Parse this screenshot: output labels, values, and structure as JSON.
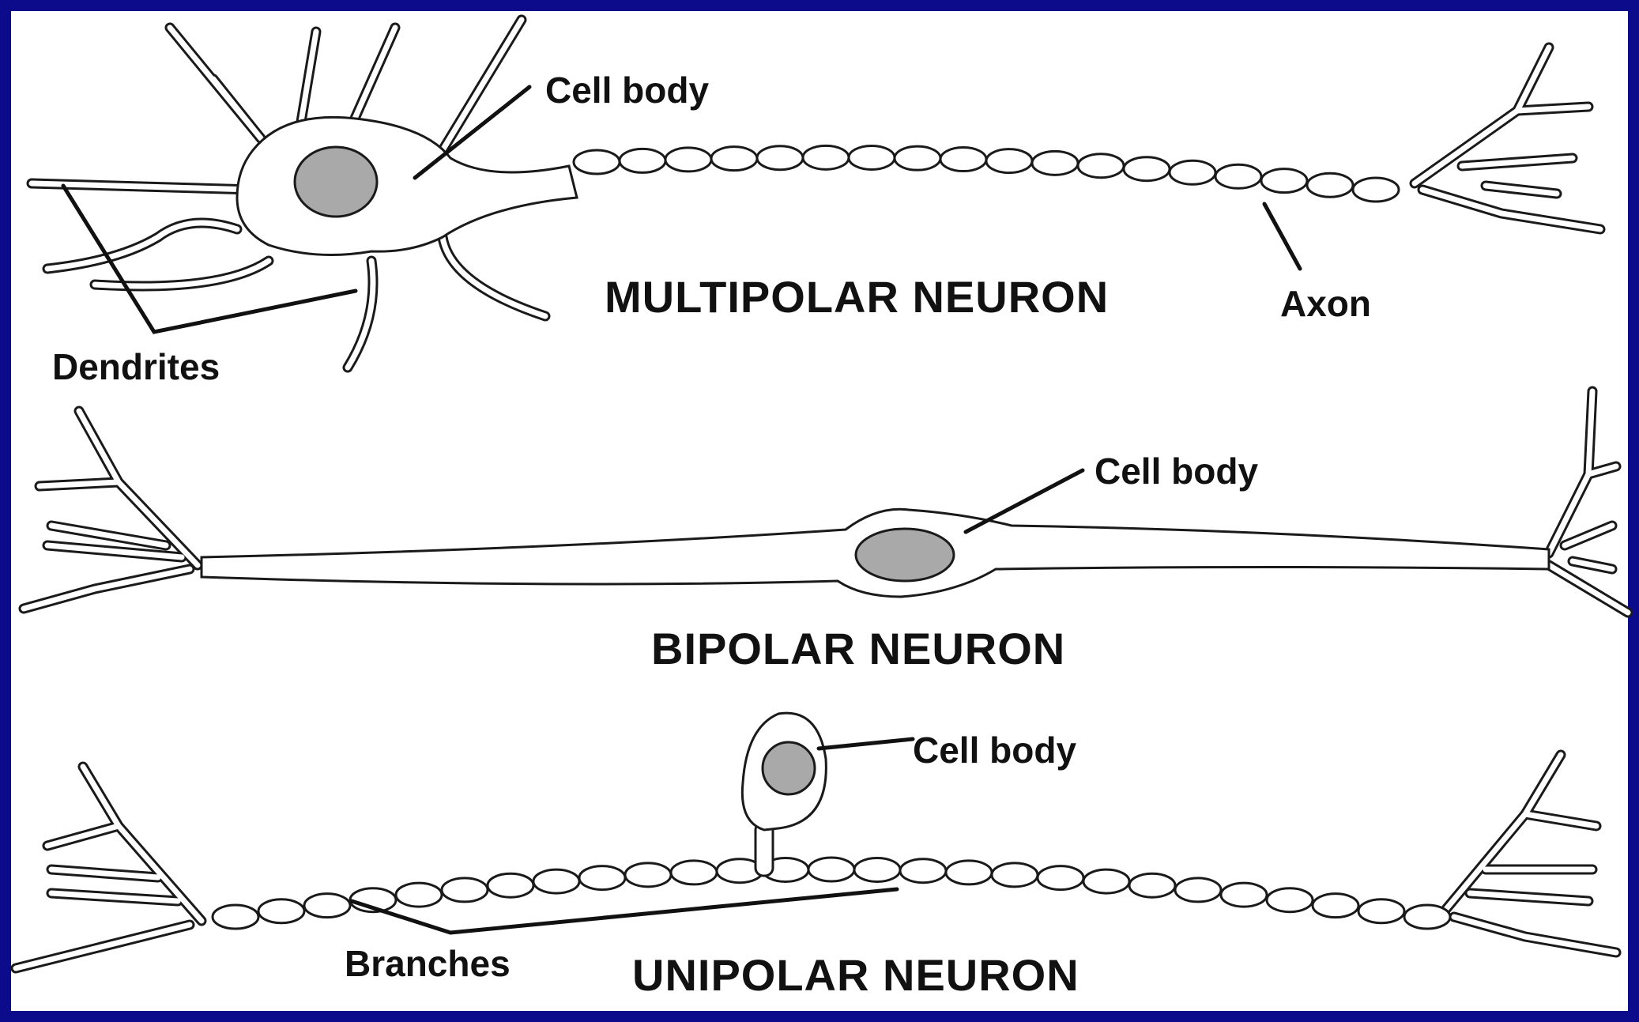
{
  "colors": {
    "frame": "#0b0b8c",
    "background": "#ffffff",
    "nucleus": "#a9a9a9",
    "line": "#1a1a1a"
  },
  "multipolar": {
    "cell_body_label": "Cell body",
    "dendrites_label": "Dendrites",
    "axon_label": "Axon",
    "title": "MULTIPOLAR NEURON"
  },
  "bipolar": {
    "cell_body_label": "Cell body",
    "title": "BIPOLAR NEURON"
  },
  "unipolar": {
    "cell_body_label": "Cell body",
    "branches_label": "Branches",
    "title": "UNIPOLAR NEURON"
  }
}
